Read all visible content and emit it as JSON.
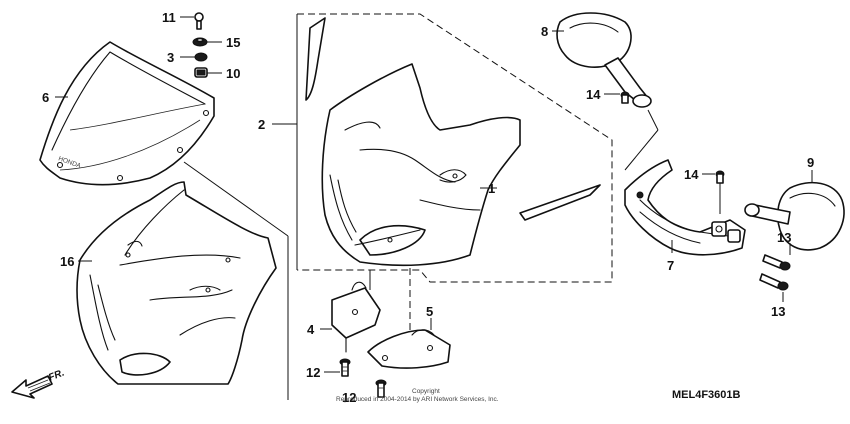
{
  "callouts": [
    {
      "id": "c1",
      "text": "1"
    },
    {
      "id": "c2",
      "text": "2"
    },
    {
      "id": "c3",
      "text": "3"
    },
    {
      "id": "c4",
      "text": "4"
    },
    {
      "id": "c5",
      "text": "5"
    },
    {
      "id": "c6",
      "text": "6"
    },
    {
      "id": "c7",
      "text": "7"
    },
    {
      "id": "c8",
      "text": "8"
    },
    {
      "id": "c9",
      "text": "9"
    },
    {
      "id": "c10",
      "text": "10"
    },
    {
      "id": "c11",
      "text": "11"
    },
    {
      "id": "c12a",
      "text": "12"
    },
    {
      "id": "c12b",
      "text": "12"
    },
    {
      "id": "c13a",
      "text": "13"
    },
    {
      "id": "c13b",
      "text": "13"
    },
    {
      "id": "c14a",
      "text": "14"
    },
    {
      "id": "c14b",
      "text": "14"
    },
    {
      "id": "c15",
      "text": "15"
    },
    {
      "id": "c16",
      "text": "16"
    }
  ],
  "direction_label": "FR.",
  "diagram_code": "MEL4F3601B",
  "copyright_line1": "Copyright",
  "copyright_line2": "Reproduced in 2004-2014 by ARI Network Services, Inc.",
  "windscreen_logo": "HONDA"
}
